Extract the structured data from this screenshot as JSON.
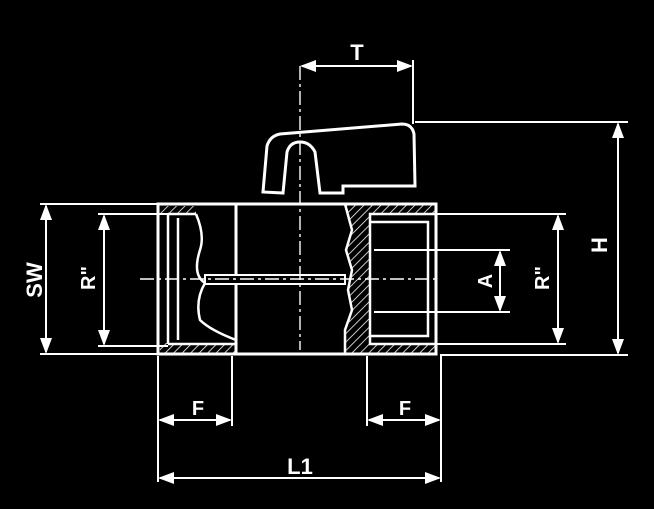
{
  "drawing": {
    "background": "#000000",
    "line_color": "#ffffff",
    "dimension_labels": {
      "T": "T",
      "H": "H",
      "SW": "SW",
      "R_left": "R\"",
      "R_right": "R\"",
      "A": "A",
      "F_left": "F",
      "F_right": "F",
      "L1": "L1"
    }
  }
}
